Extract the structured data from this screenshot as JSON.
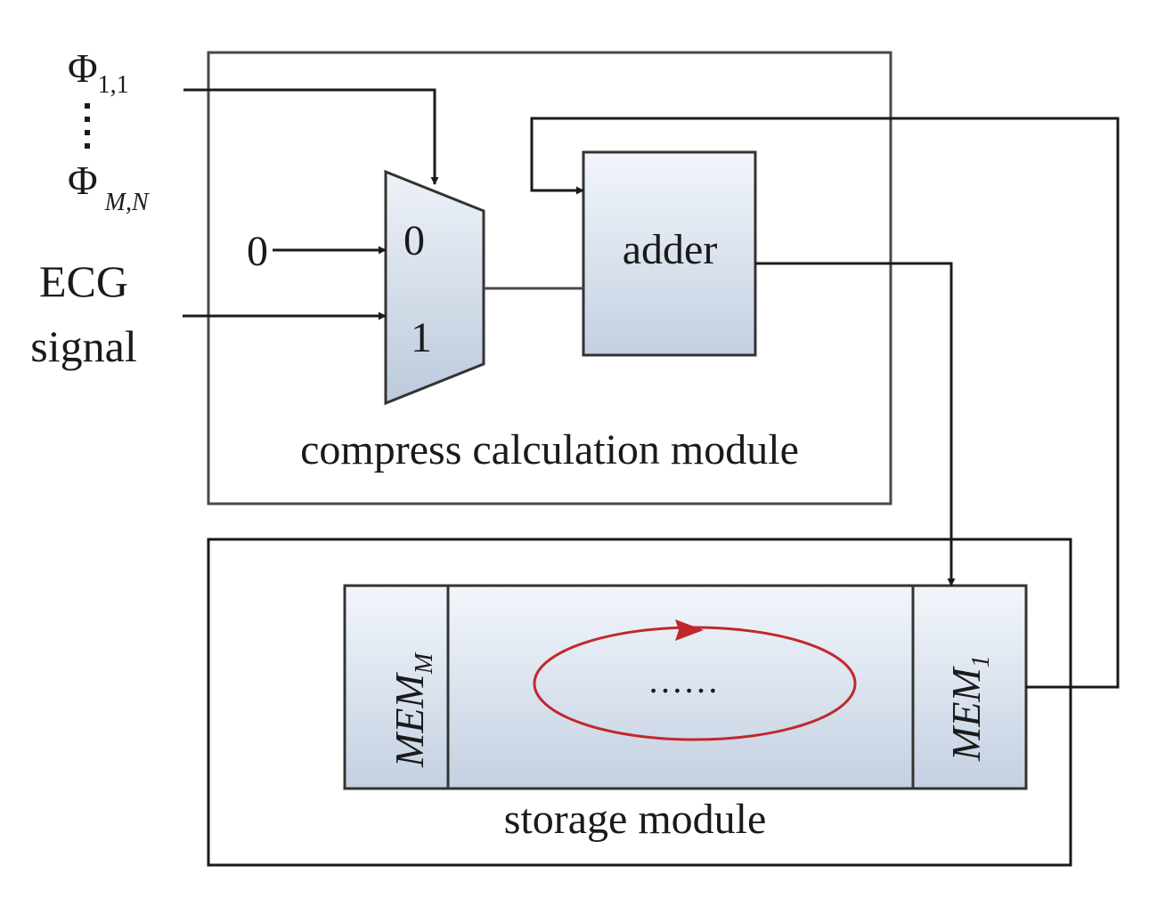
{
  "inputs": {
    "phi_first_symbol": "Φ",
    "phi_first_sub": "1,1",
    "phi_last_symbol": "Φ",
    "phi_last_sub": "M,N",
    "zero_input": "0",
    "ecg_line1": "ECG",
    "ecg_line2": "signal"
  },
  "mux": {
    "port0": "0",
    "port1": "1"
  },
  "adder": {
    "label": "adder"
  },
  "compress_module": {
    "label": "compress calculation module"
  },
  "storage_module": {
    "label": "storage module",
    "mem_left_main": "MEM",
    "mem_left_sub": "M",
    "mem_right_main": "MEM",
    "mem_right_sub": "1",
    "middle_dots": "……"
  },
  "colors": {
    "line": "#1a1a1a",
    "module_border": "#333333",
    "block_fill_top": "#f2f6fb",
    "block_fill_bottom": "#c7d3e3",
    "loop_red": "#c0282d"
  }
}
